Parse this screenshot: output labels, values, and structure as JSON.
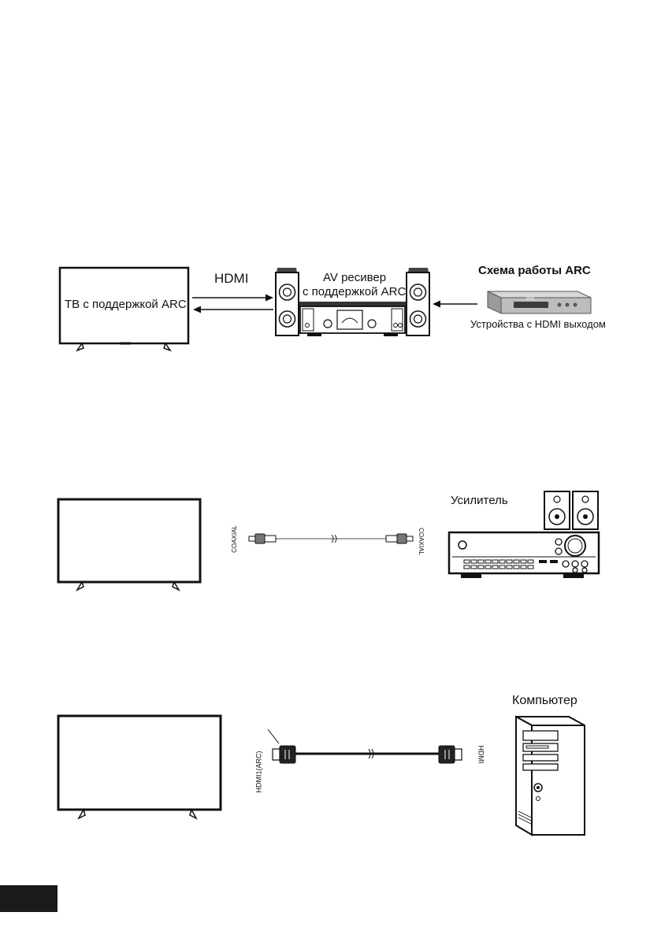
{
  "diagram_1": {
    "tv_label": "ТВ с поддержкой ARC",
    "link_label": "HDMI",
    "receiver_line1": "AV ресивер",
    "receiver_line2": "с поддержкой ARC",
    "title": "Схема работы ARC",
    "player_logo": "DVD",
    "source_label": "Устройства с HDMI выходом"
  },
  "diagram_2": {
    "cable_end_left": "COAXIAL",
    "cable_end_right": "COAXIAL",
    "amplifier_label": "Усилитель"
  },
  "diagram_3": {
    "tv_port_label": "HDMI1(ARC)",
    "pc_port_label": "HDMI",
    "computer_label": "Компьютер"
  }
}
